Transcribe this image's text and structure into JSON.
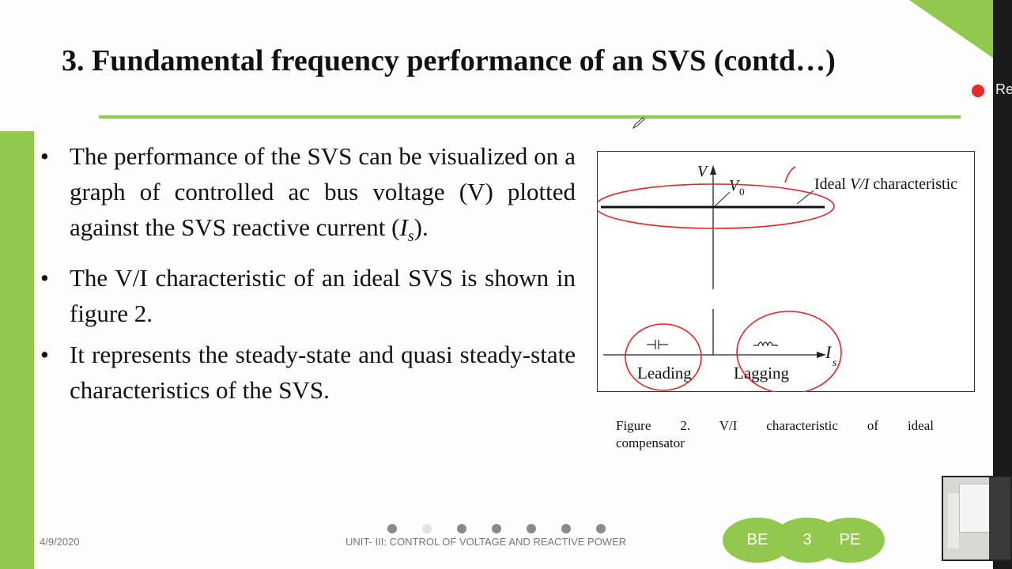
{
  "slide": {
    "title": "3. Fundamental frequency performance of an SVS (contd…)",
    "bullets": [
      {
        "text": "The performance of the SVS can be visualized on a graph of controlled ac bus voltage (V) plotted against the SVS reactive current (",
        "symbol": "I",
        "subscript": "s",
        "tail": ")."
      },
      {
        "text": "The V/I characteristic of an ideal SVS is shown in figure 2."
      },
      {
        "text": "It represents the steady-state and quasi steady-state characteristics of the SVS."
      }
    ],
    "figure": {
      "axis_v": "V",
      "v0": "V",
      "v0_sub": "0",
      "ideal_label_1": "Ideal ",
      "ideal_label_vi": "V/I",
      "ideal_label_2": " characteristic",
      "leading": "Leading",
      "lagging": "Lagging",
      "axis_i": "I",
      "axis_i_sub": "s"
    },
    "caption_line1": "Figure 2. V/I characteristic of ideal",
    "caption_line2": "compensator"
  },
  "footer": {
    "date": "4/9/2020",
    "unit": "UNIT- III: CONTROL OF VOLTAGE AND REACTIVE POWER",
    "pills": [
      "BE",
      "3",
      "PE"
    ]
  },
  "overlay": {
    "record_label": "Re"
  },
  "colors": {
    "accent_green": "#92c84e",
    "annotation_red": "#e0262a",
    "record_red": "#e12b2b"
  }
}
